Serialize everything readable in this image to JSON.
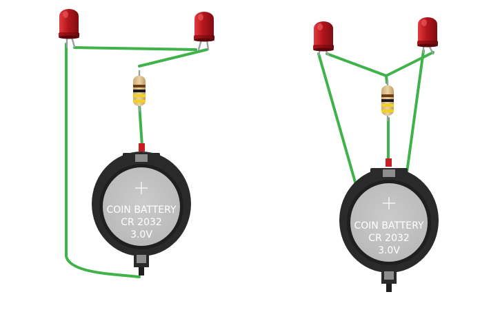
{
  "circuits": [
    {
      "id": "left",
      "battery": {
        "line1": "COIN BATTERY",
        "line2": "CR 2032",
        "line3": "3.0V"
      }
    },
    {
      "id": "right",
      "battery": {
        "line1": "COIN BATTERY",
        "line2": "CR 2032",
        "line3": "3.0V"
      }
    }
  ],
  "colors": {
    "wire": "#3fb24a",
    "led": "#c91f25",
    "battery_body": "#2b2b2b",
    "battery_face": "#c4c4c4",
    "resistor": "#e0c48f"
  },
  "components": {
    "led_count": 4,
    "resistor_count": 2,
    "battery_count": 2
  }
}
